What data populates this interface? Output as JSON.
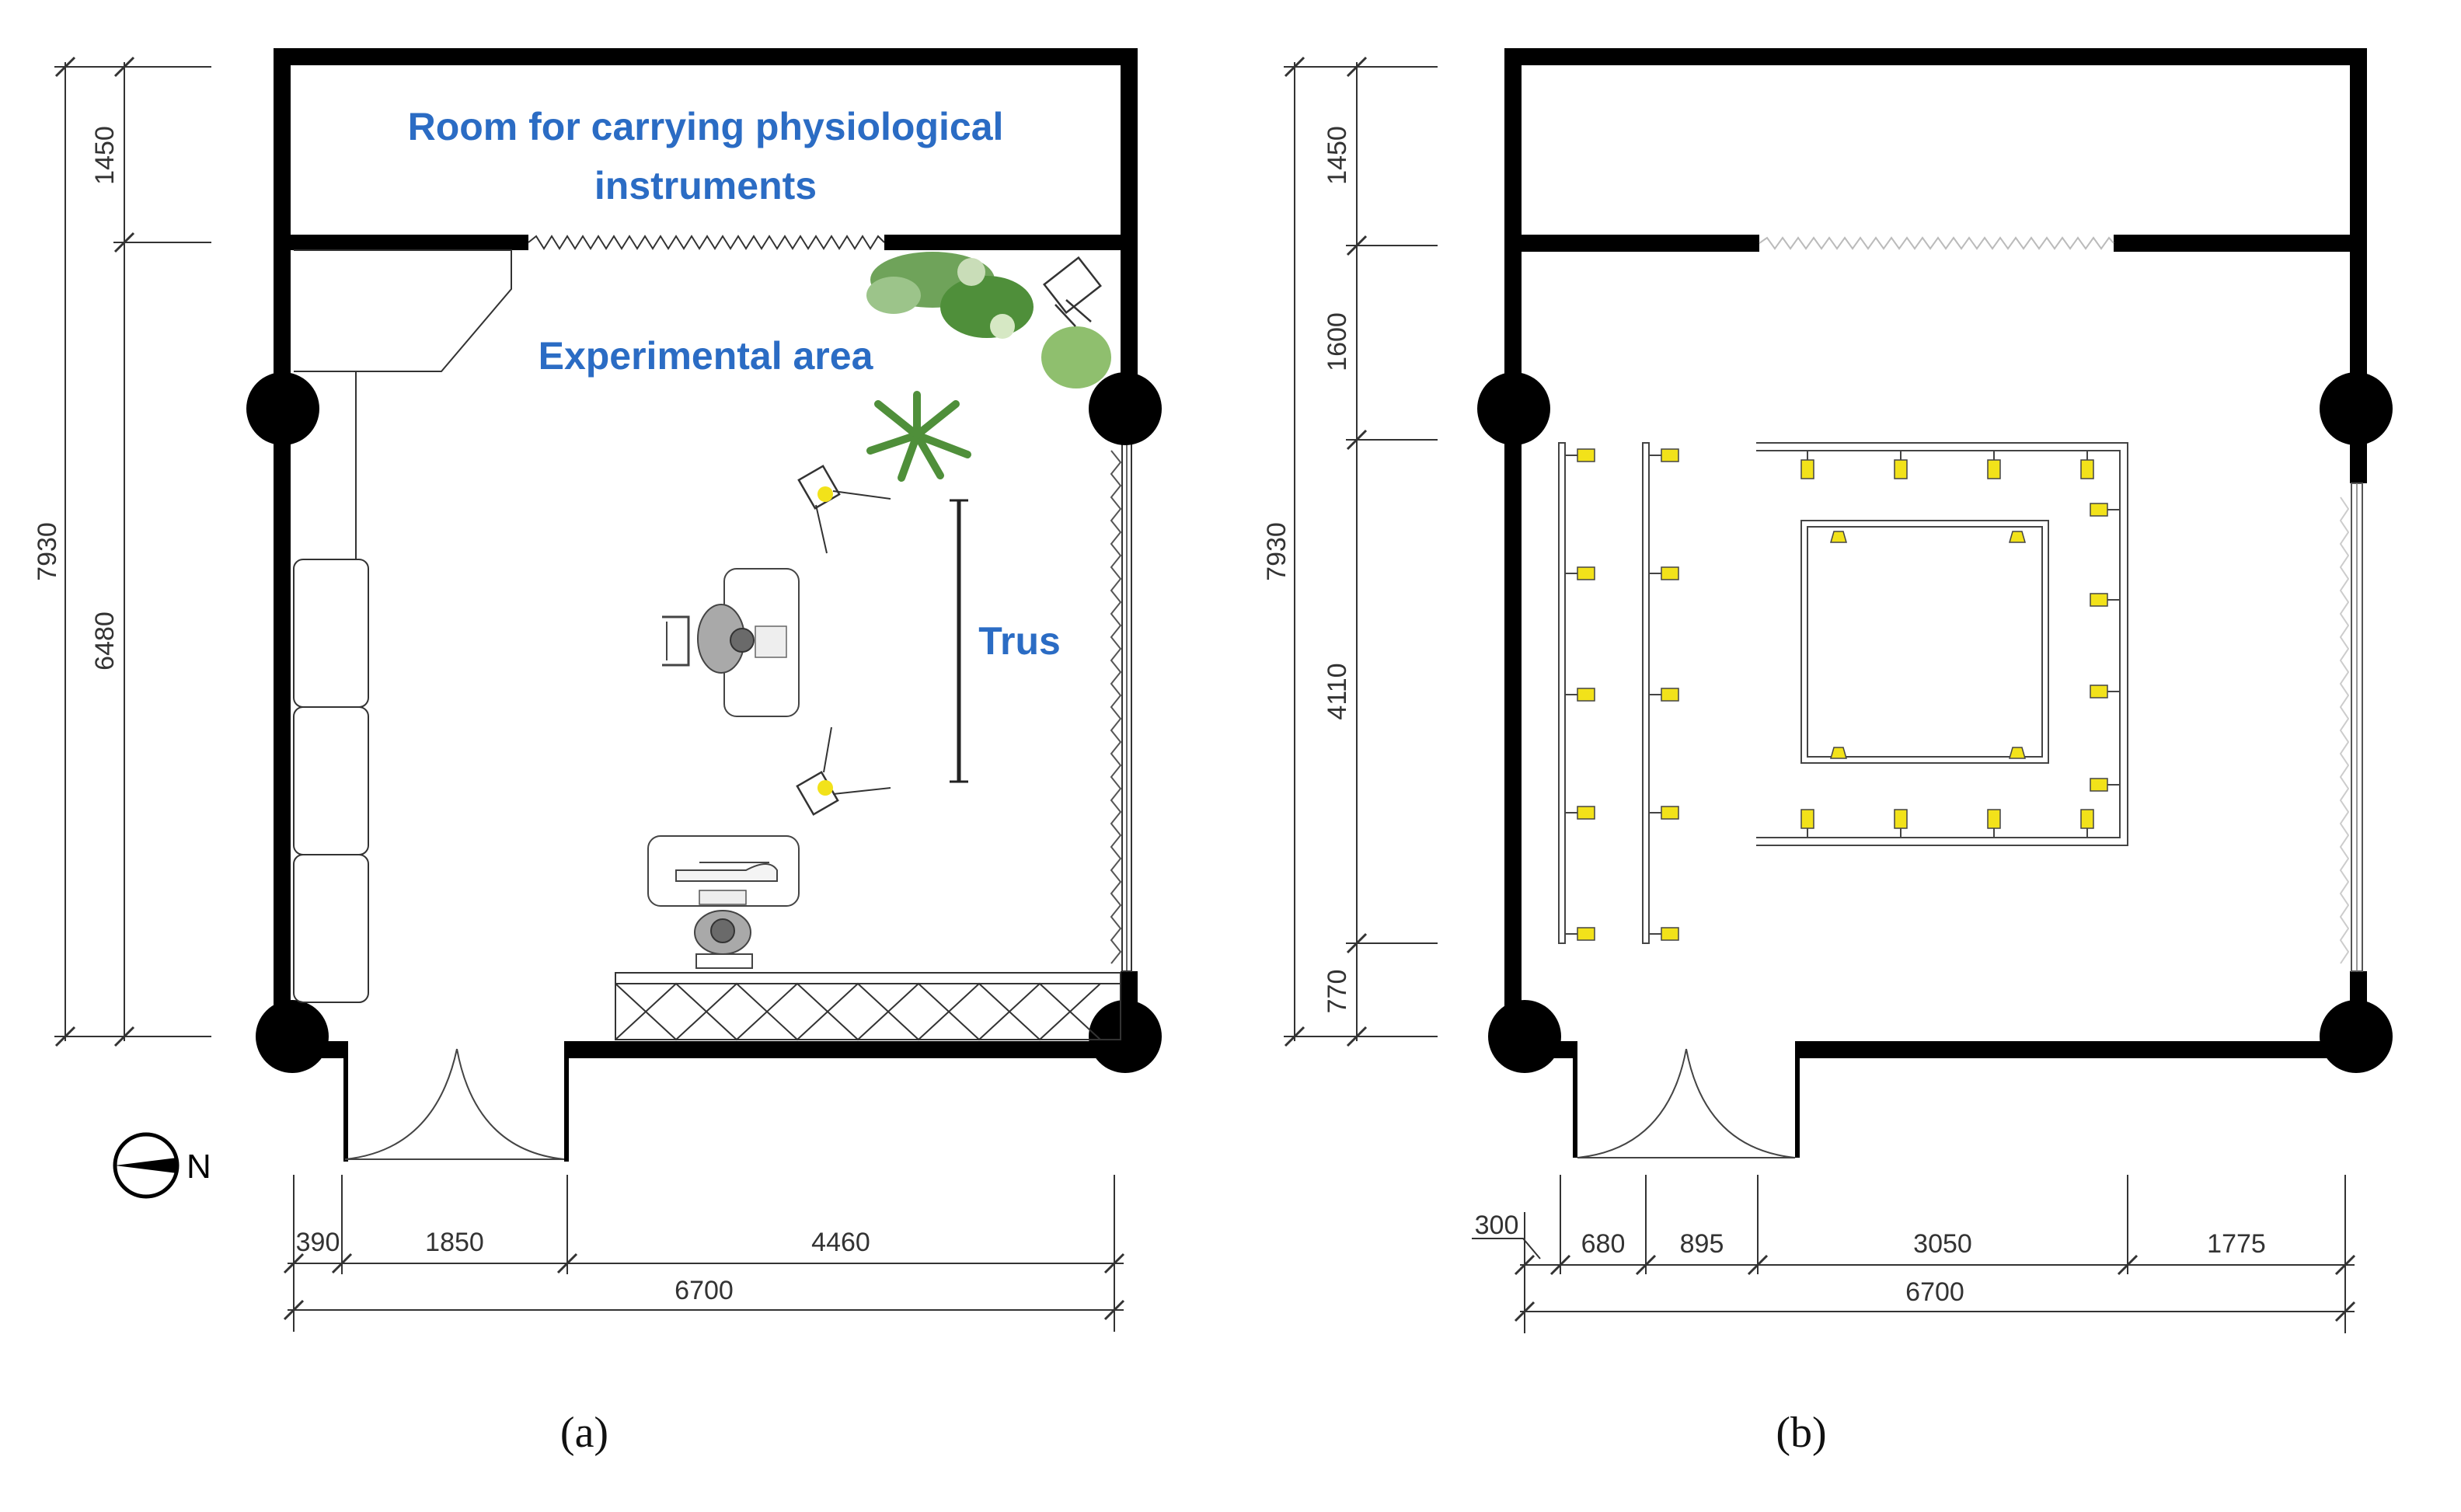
{
  "panel_a": {
    "caption": "(a)",
    "labels": {
      "room": "Room for carrying physiological",
      "room2": "instruments",
      "experimental": "Experimental area",
      "trus": "Trus"
    },
    "vertical_dims": {
      "d1": "1450",
      "d2": "6480",
      "total": "7930"
    },
    "horizontal_dims": {
      "d1": "390",
      "d2": "1850",
      "d3": "4460",
      "total": "6700"
    },
    "compass": "N"
  },
  "panel_b": {
    "caption": "(b)",
    "vertical_dims": {
      "d1": "1450",
      "d2": "1600",
      "d3": "4110",
      "d4": "770",
      "total": "7930"
    },
    "horizontal_dims": {
      "d1": "300",
      "d2": "680",
      "d3": "895",
      "d4": "3050",
      "d5": "1775",
      "total": "6700"
    }
  },
  "colors": {
    "wall": "#000000",
    "label_blue": "#2b6cc4",
    "light": "#f2e21a",
    "plant": "#4f8f3a"
  }
}
